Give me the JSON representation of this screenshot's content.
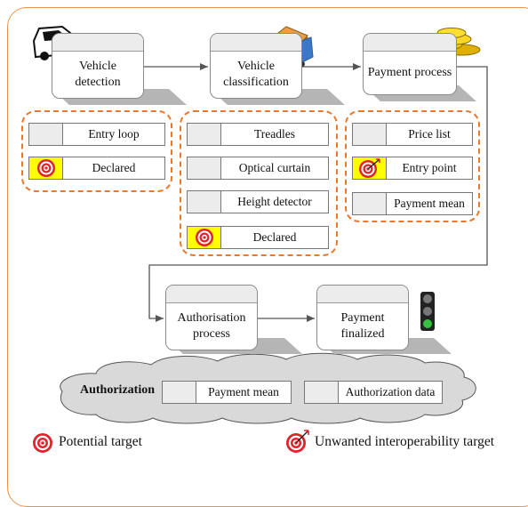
{
  "processes": {
    "vehicle_detection": "Vehicle\ndetection",
    "vehicle_classification": "Vehicle\nclassification",
    "payment_process": "Payment process",
    "authorisation_process": "Authorisation\nprocess",
    "payment_finalized": "Payment\nfinalized"
  },
  "detection_items": [
    "Entry loop",
    "Declared"
  ],
  "classification_items": [
    "Treadles",
    "Optical curtain",
    "Height detector",
    "Declared"
  ],
  "payment_items": [
    "Price list",
    "Entry point",
    "Payment mean"
  ],
  "authorization": {
    "label": "Authorization",
    "items": [
      "Payment mean",
      "Authorization data"
    ]
  },
  "legend": {
    "potential_target": "Potential target",
    "unwanted_target": "Unwanted interoperability target"
  },
  "icons": [
    "car-icon",
    "truck-icon",
    "coins-icon",
    "traffic-light-icon",
    "target-icon",
    "target-with-arrow-icon"
  ],
  "colors": {
    "frame": "#e8924a",
    "dashed_group": "#e8782c",
    "target_red": "#e0242c",
    "highlight_yellow": "#ffff00",
    "cloud_fill": "#d9d9d9"
  }
}
